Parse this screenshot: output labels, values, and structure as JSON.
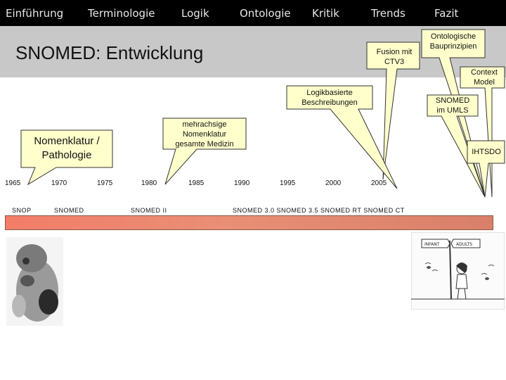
{
  "nav": {
    "items": [
      "Einführung",
      "Terminologie",
      "Logik",
      "Ontologie",
      "Kritik",
      "Trends",
      "Fazit"
    ]
  },
  "title": "SNOMED: Entwicklung",
  "callouts": {
    "fusion": [
      "Fusion mit",
      "CTV3"
    ],
    "bauprinzipien": [
      "Ontologische",
      "Bauprinzipien"
    ],
    "context": [
      "Context",
      "Model"
    ],
    "logikbasiert": [
      "Logikbasierte",
      "Beschreibungen"
    ],
    "umls": [
      "SNOMED",
      "im UMLS"
    ],
    "mehrachsig": [
      "mehrachsige",
      "Nomenklatur",
      "gesamte Medizin"
    ],
    "ihtsdo": [
      "IHTSDO"
    ],
    "nomenklatur": [
      "Nomenklatur /",
      "Pathologie"
    ]
  },
  "timeline": {
    "years": [
      "1965",
      "1970",
      "1975",
      "1980",
      "1985",
      "1990",
      "1995",
      "2000",
      "2005"
    ],
    "labels": {
      "snop": "SNOP",
      "snomed": "SNOMED",
      "snomed2": "SNOMED II",
      "later": "SNOMED 3.0 SNOMED 3.5 SNOMED RT SNOMED CT"
    }
  },
  "colors": {
    "nav_bg": "#000000",
    "title_band": "#c8c8c8",
    "callout_fill": "#ffffcc",
    "bar_start": "#f27d68",
    "bar_end": "#d9806a"
  },
  "cartoon": {
    "sign_left": "INFANT",
    "sign_right": "ADULTS"
  }
}
